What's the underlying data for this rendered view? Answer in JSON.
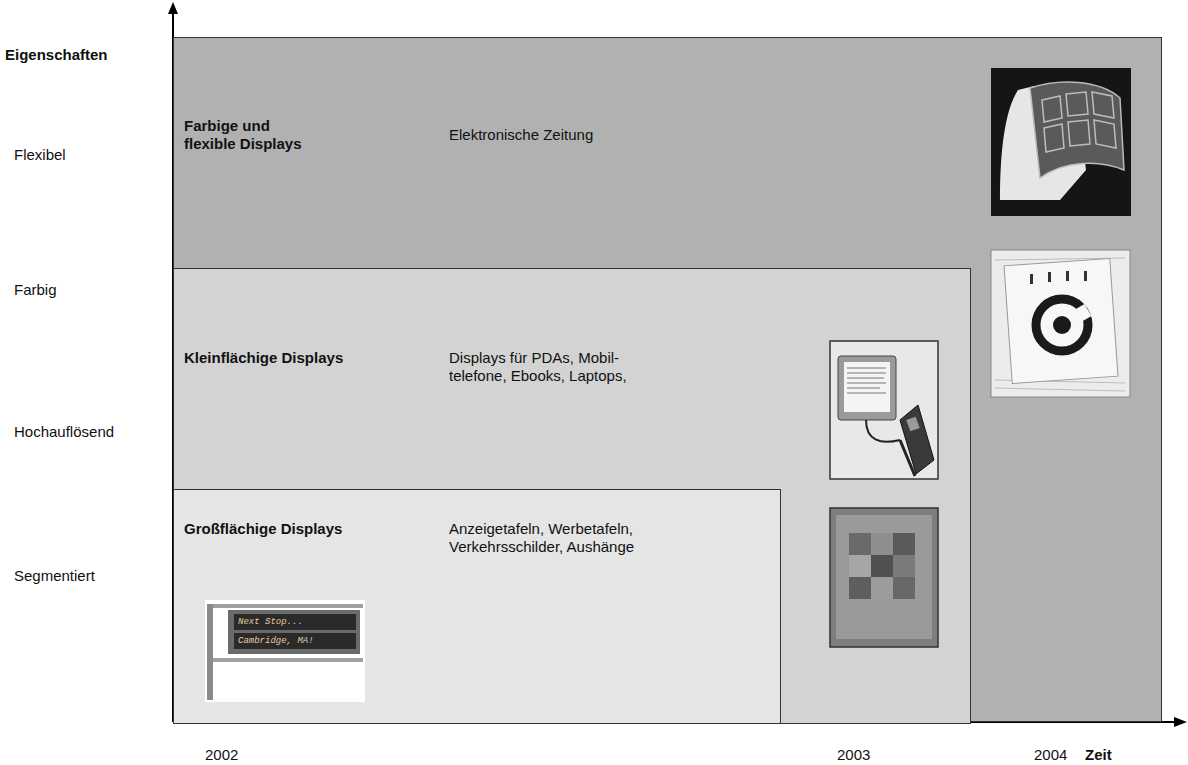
{
  "diagram": {
    "nodes": [
      {
        "text": [
          "Farbige und flexible Displays",
          "Elektronische Zeitung"
        ]
      },
      {
        "text": [
          "Kleinflächige Displays",
          "Displays für PDAs, Mobil- telefone, Ebooks, Laptops,"
        ],
        "in": 0
      },
      {
        "text": [
          "Großflächige Displays",
          "Anzeigetafeln, Werbetafeln, Verkehrsschilder, Aushänge"
        ],
        "in": 1
      }
    ],
    "labels": [
      "Eigenschaften",
      "Flexibel",
      "Farbig",
      "Hochauflösend",
      "Segmentiert",
      "2002",
      "2003",
      "2004",
      "Zeit",
      "Next Stop...",
      "Cambridge, MA!"
    ]
  }
}
